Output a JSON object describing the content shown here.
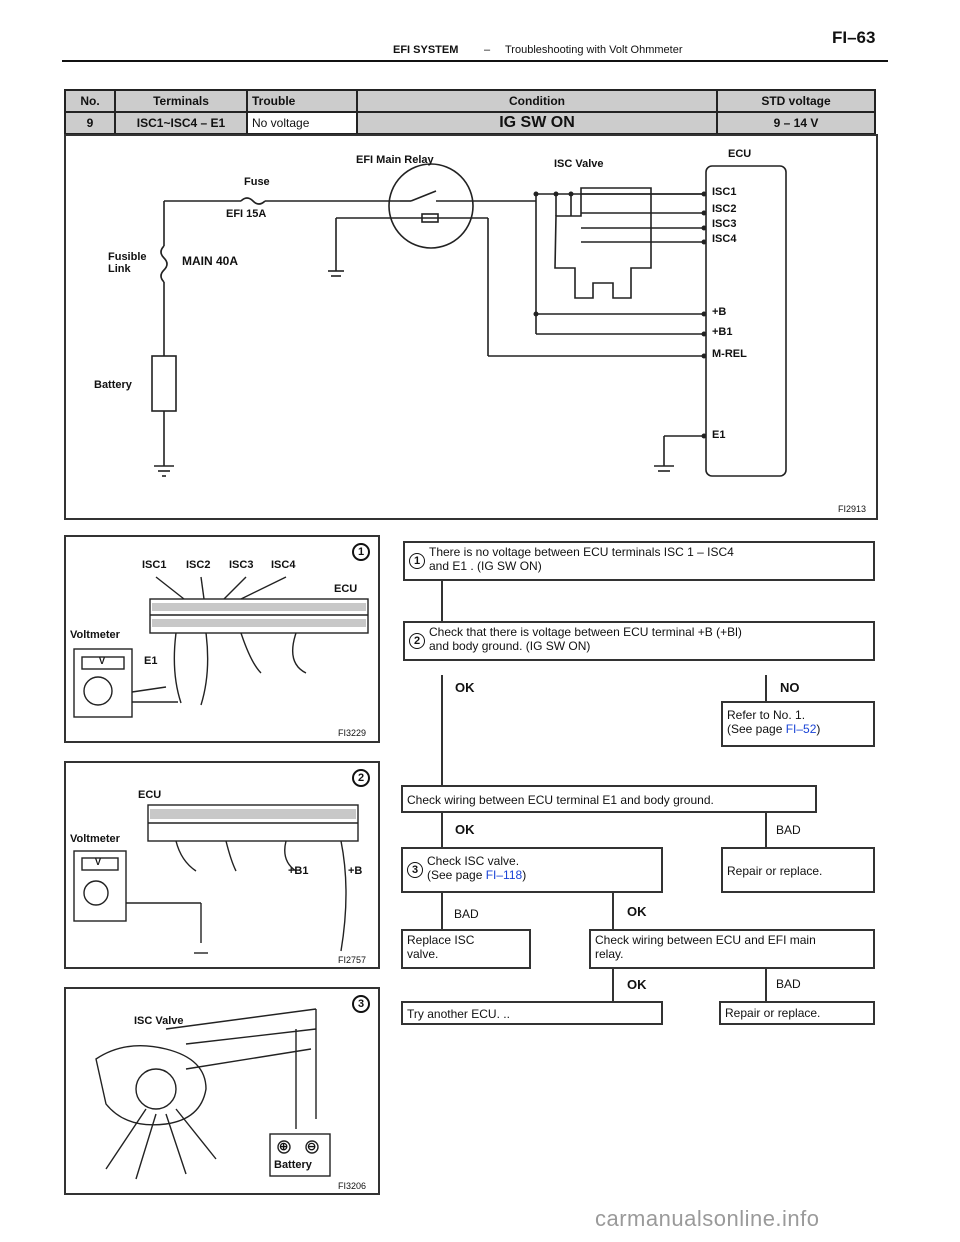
{
  "header": {
    "section": "EFI SYSTEM",
    "separator": "–",
    "description": "Troubleshooting with Volt Ohmmeter",
    "page_number": "FI–63"
  },
  "spec_table": {
    "columns": [
      "No.",
      "Terminals",
      "Trouble",
      "Condition",
      "STD voltage"
    ],
    "row": {
      "no": "9",
      "terminals": "ISC1~ISC4 – E1",
      "trouble": "No voltage",
      "condition": "IG SW ON",
      "std_voltage": "9 – 14 V"
    }
  },
  "wiring_diagram": {
    "labels": {
      "fuse": "Fuse",
      "efi15a": "EFI 15A",
      "fusible_link": "Fusible Link",
      "main40a": "MAIN 40A",
      "battery": "Battery",
      "main_relay": "EFI Main Relay",
      "isc_valve": "ISC Valve",
      "ecu": "ECU",
      "isc1": "ISC1",
      "isc2": "ISC2",
      "isc3": "ISC3",
      "isc4": "ISC4",
      "b": "+B",
      "b1": "+B1",
      "mrel": "M-REL",
      "e1": "E1"
    },
    "figure_id": "FI2913"
  },
  "fig1": {
    "step": "1",
    "labels": {
      "isc1": "ISC1",
      "isc2": "ISC2",
      "isc3": "ISC3",
      "isc4": "ISC4",
      "ecu": "ECU",
      "voltmeter": "Voltmeter",
      "v": "V",
      "e1": "E1"
    },
    "figure_id": "FI3229"
  },
  "fig2": {
    "step": "2",
    "labels": {
      "ecu": "ECU",
      "voltmeter": "Voltmeter",
      "v": "V",
      "b1": "+B1",
      "b": "+B"
    },
    "figure_id": "FI2757"
  },
  "fig3": {
    "step": "3",
    "labels": {
      "isc_valve": "ISC Valve",
      "battery": "Battery",
      "plus": "⊕",
      "minus": "⊖"
    },
    "figure_id": "FI3206"
  },
  "flow": {
    "step1": {
      "num": "1",
      "text1": "There is no voltage between ECU terminals ISC 1 – ISC4",
      "text2": "and E1 . (IG SW ON)"
    },
    "step2": {
      "num": "2",
      "text1": "Check that there is voltage between ECU terminal +B (+Bl)",
      "text2": "and body ground. (IG SW ON)"
    },
    "ok": "OK",
    "no": "NO",
    "bad": "BAD",
    "refer": {
      "line1": "Refer to No. 1.",
      "line2_pre": "(See page ",
      "line2_link": "FI–52",
      "line2_post": ")"
    },
    "check_e1": "Check wiring between ECU terminal E1 and body ground.",
    "step3": {
      "num": "3",
      "text1": "Check ISC valve.",
      "text2_pre": "(See page ",
      "text2_link": "FI–118",
      "text2_post": ")"
    },
    "repair1": "Repair or replace.",
    "replace_isc": {
      "line1": "Replace ISC",
      "line2": "valve."
    },
    "check_relay": {
      "line1": "Check wiring between ECU and EFI main",
      "line2": "relay."
    },
    "try_ecu": "Try another ECU. ..",
    "repair2": "Repair or replace."
  },
  "watermark": "carmanualsonline.info"
}
